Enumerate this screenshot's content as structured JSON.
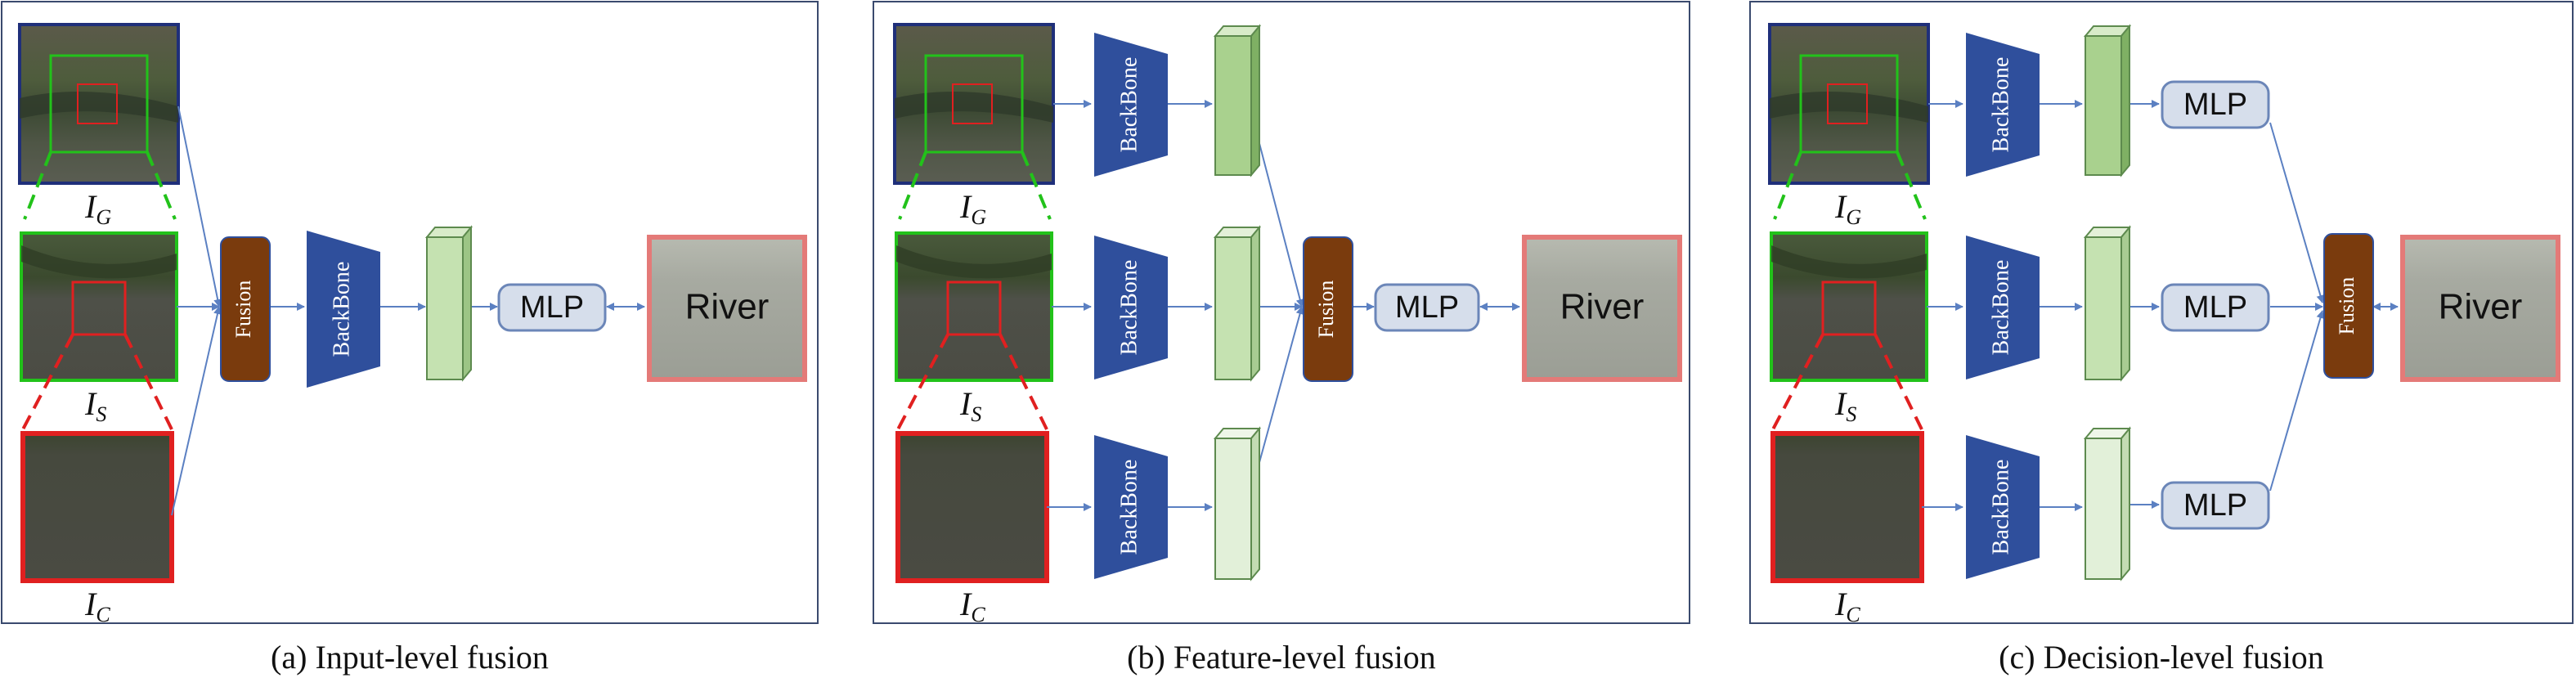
{
  "panels": [
    {
      "caption": "(a) Input-level fusion",
      "labels": {
        "global": "I",
        "global_sub": "G",
        "scene": "I",
        "scene_sub": "S",
        "center": "I",
        "center_sub": "C"
      },
      "fusion": "Fusion",
      "backbone": "BackBone",
      "mlp": "MLP",
      "output": "River"
    },
    {
      "caption": "(b) Feature-level fusion",
      "labels": {
        "global": "I",
        "global_sub": "G",
        "scene": "I",
        "scene_sub": "S",
        "center": "I",
        "center_sub": "C"
      },
      "fusion": "Fusion",
      "backbone": "BackBone",
      "mlp": "MLP",
      "output": "River"
    },
    {
      "caption": "(c) Decision-level fusion",
      "labels": {
        "global": "I",
        "global_sub": "G",
        "scene": "I",
        "scene_sub": "S",
        "center": "I",
        "center_sub": "C"
      },
      "fusion": "Fusion",
      "backbone": "BackBone",
      "mlp": "MLP",
      "output": "River"
    }
  ],
  "colors": {
    "backbone": "#2f4f9c",
    "fusion": "#7a3b0d",
    "mlp_fill": "#d6deeb",
    "mlp_stroke": "#6b86b8",
    "feature_fill": "#c5e2b1",
    "feature_stroke": "#5d8a4e",
    "arrow": "#5b80c2",
    "global_border": "#1f2f7a",
    "scene_border": "#22c21a",
    "center_border": "#e02020",
    "output_border": "#e47a78"
  }
}
